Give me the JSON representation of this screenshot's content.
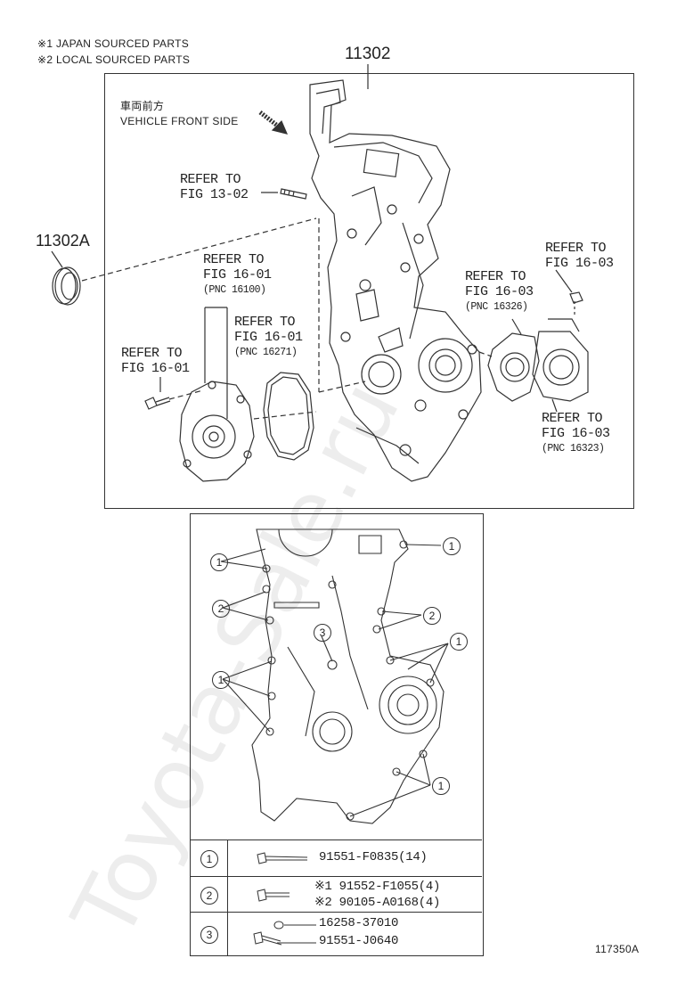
{
  "notes": {
    "note1": "※1 JAPAN SOURCED PARTS",
    "note2": "※2 LOCAL SOURCED PARTS"
  },
  "main_part": "11302",
  "seal_part": "11302A",
  "front_label_jp": "車両前方",
  "front_label_en": "VEHICLE FRONT SIDE",
  "callouts": [
    {
      "l1": "REFER TO",
      "l2": "FIG 13-02",
      "l3": ""
    },
    {
      "l1": "REFER TO",
      "l2": "FIG 16-01",
      "l3": "(PNC 16100)"
    },
    {
      "l1": "REFER TO",
      "l2": "FIG 16-01",
      "l3": "(PNC 16271)"
    },
    {
      "l1": "REFER TO",
      "l2": "FIG 16-01",
      "l3": ""
    },
    {
      "l1": "REFER TO",
      "l2": "FIG 16-03",
      "l3": "(PNC 16326)"
    },
    {
      "l1": "REFER TO",
      "l2": "FIG 16-03",
      "l3": ""
    },
    {
      "l1": "REFER TO",
      "l2": "FIG 16-03",
      "l3": "(PNC 16323)"
    }
  ],
  "marks": [
    "1",
    "2",
    "3"
  ],
  "legend": [
    {
      "num": "1",
      "parts": [
        "91551-F0835(14)"
      ]
    },
    {
      "num": "2",
      "parts": [
        "※1 91552-F1055(4)",
        "※2 90105-A0168(4)"
      ]
    },
    {
      "num": "3",
      "parts": [
        "16258-37010",
        "91551-J0640"
      ]
    }
  ],
  "figure_id": "117350A",
  "watermark": "Toyota-Sale.ru"
}
